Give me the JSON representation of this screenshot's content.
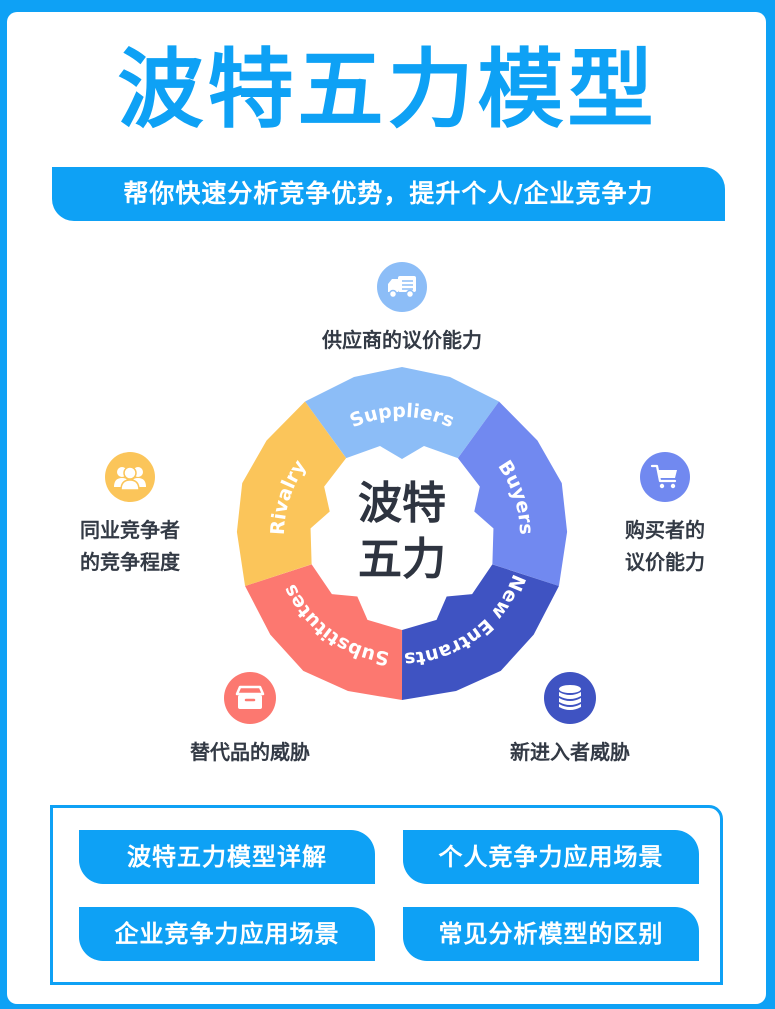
{
  "header": {
    "title": "波特五力模型",
    "subtitle": "帮你快速分析竞争优势，提升个人/企业竞争力"
  },
  "colors": {
    "brand": "#0ea1f5",
    "suppliers": "#8cbdf7",
    "buyers": "#7189f0",
    "new_entrants": "#3f53c2",
    "substitutes": "#fc7870",
    "rivalry": "#fbc55a",
    "text_dark": "#333a45"
  },
  "diagram": {
    "center_line1": "波特",
    "center_line2": "五力",
    "segments": [
      {
        "key": "suppliers",
        "label": "Suppliers"
      },
      {
        "key": "buyers",
        "label": "Buyers"
      },
      {
        "key": "new_entrants",
        "label": "New Entrants"
      },
      {
        "key": "substitutes",
        "label": "Substitutes"
      },
      {
        "key": "rivalry",
        "label": "Rivalry"
      }
    ]
  },
  "forces": {
    "suppliers": {
      "icon": "truck-icon",
      "label": "供应商的议价能力"
    },
    "rivalry": {
      "icon": "users-icon",
      "label_line1": "同业竞争者",
      "label_line2": "的竞争程度"
    },
    "buyers": {
      "icon": "cart-icon",
      "label_line1": "购买者的",
      "label_line2": "议价能力"
    },
    "substitutes": {
      "icon": "box-icon",
      "label": "替代品的威胁"
    },
    "new_entrants": {
      "icon": "database-icon",
      "label": "新进入者威胁"
    }
  },
  "links": [
    {
      "label": "波特五力模型详解"
    },
    {
      "label": "个人竞争力应用场景"
    },
    {
      "label": "企业竞争力应用场景"
    },
    {
      "label": "常见分析模型的区别"
    }
  ]
}
